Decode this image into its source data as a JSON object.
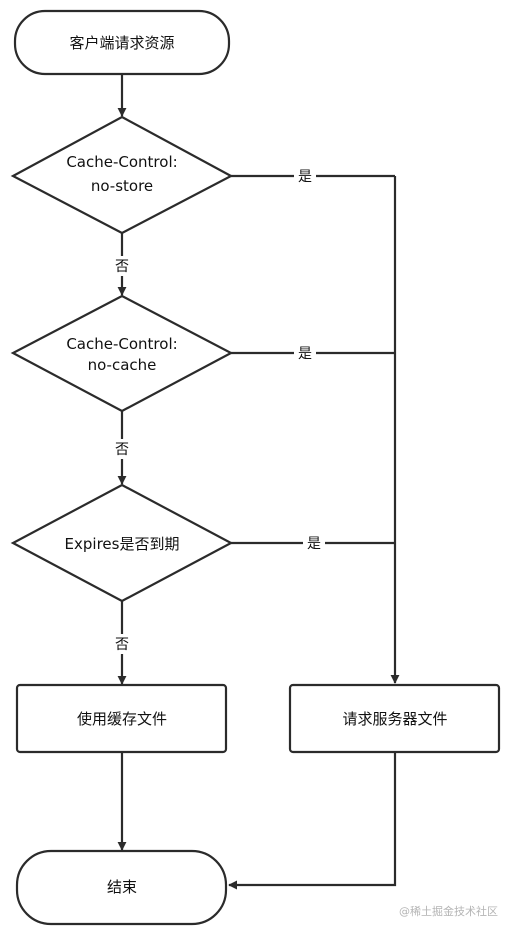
{
  "nodes": {
    "start": {
      "text": "客户端请求资源"
    },
    "decision_no_store": {
      "line1": "Cache-Control:",
      "line2": "no-store"
    },
    "decision_no_cache": {
      "line1": "Cache-Control:",
      "line2": "no-cache"
    },
    "decision_expires": {
      "text": "Expires是否到期"
    },
    "use_cache": {
      "text": "使用缓存文件"
    },
    "request_server": {
      "text": "请求服务器文件"
    },
    "end": {
      "text": "结束"
    }
  },
  "edge_labels": {
    "yes": "是",
    "no": "否"
  },
  "watermark": "@稀土掘金技术社区",
  "colors": {
    "stroke": "#2b2b2b",
    "fill": "#ffffff",
    "text": "#111111"
  }
}
